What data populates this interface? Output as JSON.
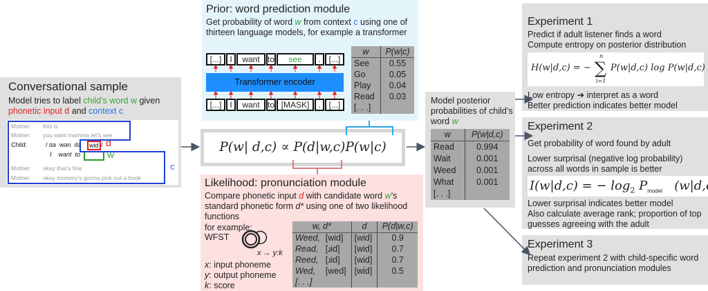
{
  "conversational": {
    "title": "Conversational sample",
    "desc": [
      "Model tries to label ",
      "child’s word w",
      " given",
      "phonetic input d",
      " and ",
      "context c"
    ],
    "lines": [
      {
        "speaker": "Mother:",
        "text": "this is"
      },
      {
        "speaker": "Mother:",
        "text": "you want mamma let’s see"
      }
    ],
    "child": {
      "speaker": "Child:",
      "phon": "/ ɑə  wən  də",
      "target": "wid",
      "slash": "/",
      "gloss": "I    want  to"
    },
    "after": [
      {
        "speaker": "Mother:",
        "text": "okay that’s fine"
      },
      {
        "speaker": "Mother:",
        "text": "okay mommy’s gonna pick out a book"
      }
    ],
    "label_d": "d",
    "label_w": "w",
    "label_c": "c"
  },
  "prior": {
    "title": "Prior: word prediction module",
    "desc": [
      "Get probability of word ",
      "w",
      " from context ",
      "c",
      " using one of thirteen language models, for example a transformer"
    ],
    "top_tokens": [
      "[...]",
      "I",
      "want",
      "to",
      "see",
      ".",
      "[...]"
    ],
    "bottom_tokens": [
      "[...]",
      "I",
      "want",
      "to",
      "[MASK]",
      ".",
      "[...]"
    ],
    "encoder": "Transformer encoder",
    "table": {
      "headers": [
        "w",
        "P(w|c)"
      ],
      "rows": [
        [
          "See",
          "0.55"
        ],
        [
          "Go",
          "0.05"
        ],
        [
          "Play",
          "0.04"
        ],
        [
          "Read",
          "0.03"
        ],
        [
          "[. . .]",
          ""
        ]
      ]
    }
  },
  "formula": "P(w| d,c) ∝ P(d|w,c)P(w|c)",
  "likelihood": {
    "title": "Likelihood: pronunciation module",
    "desc": [
      "Compare phonetic input ",
      "d",
      " with candidate word ",
      "w",
      "’s standard phonetic form ",
      "d*",
      " using one of two likelihood functions"
    ],
    "example": "for example:",
    "wfst": "WFST",
    "transition": "x → y:k",
    "legend": [
      [
        "x",
        ": input phoneme"
      ],
      [
        "y",
        ": output phoneme"
      ],
      [
        "k",
        ": score"
      ]
    ],
    "table": {
      "headers": [
        "w, d*",
        "d",
        "P(d|w,c)"
      ],
      "rows": [
        [
          "Weed,",
          "[wid]",
          "[wid]",
          "0.9"
        ],
        [
          "Read,",
          "[ɹid]",
          "[wid]",
          "0.7"
        ],
        [
          "Reed,",
          "[ɹid]",
          "[wid]",
          "0.7"
        ],
        [
          "Wed,",
          "[wed]",
          "[wid]",
          "0.5"
        ],
        [
          "[. . .]",
          "",
          "",
          ""
        ]
      ]
    }
  },
  "posterior": {
    "desc": "Model posterior probabilities of child’s word ",
    "w": "w",
    "table": {
      "headers": [
        "w",
        "P(w|d,c)"
      ],
      "rows": [
        [
          "Read",
          "0.994"
        ],
        [
          "Wait",
          "0.001"
        ],
        [
          "Weed",
          "0.001"
        ],
        [
          "What",
          "0.001"
        ],
        [
          "[. . .]",
          ""
        ]
      ]
    }
  },
  "experiments": [
    {
      "title": "Experiment 1",
      "lines": [
        "Predict if adult listener finds a word",
        "Compute entropy on posterior distribution"
      ],
      "formula": {
        "lhs": "H(w|d,c) = −",
        "sum": "∑",
        "upper": "n",
        "lower": "i=1",
        "rhs": "P(w|d,c) log P(w|d,c)"
      },
      "after": [
        "Low entropy ➔ interpret as a word",
        "Better prediction indicates better model"
      ]
    },
    {
      "title": "Experiment 2",
      "lines": [
        "Get probability of word found by adult",
        "Lower surprisal (negative log probability) across all words in sample is better"
      ],
      "formula": {
        "lhs": "I(w|d,c) = − log",
        "sub2": "2",
        "p": "P",
        "model": "model",
        "rhs": "(w|d,c)"
      },
      "after": [
        "Lower surprisal indicates better model",
        "Also calculate average rank; proportion of top guesses agreeing with the adult"
      ]
    },
    {
      "title": "Experiment 3",
      "lines": [
        "Repeat experiment 2 with child-specific word prediction and pronunciation modules"
      ]
    }
  ],
  "colors": {
    "word": "#3aa33a",
    "phonetic": "#e02020",
    "context": "#2a6fe0",
    "prior_bg": "#e3f4fb",
    "likelihood_bg": "#fde0e0",
    "encoder": "#1e8fff",
    "table": "#a8a8a8"
  }
}
